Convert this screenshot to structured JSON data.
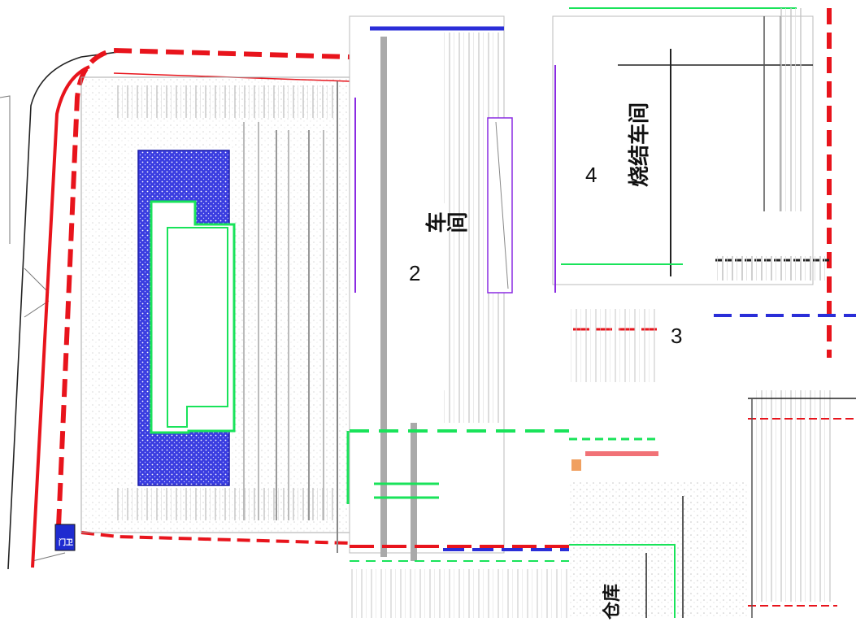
{
  "labels": {
    "zone_2": "2",
    "zone_3": "3",
    "zone_4": "4",
    "workshop_left": "车间",
    "workshop_right": "烧结车间",
    "warehouse": "仓库",
    "gate": "门卫"
  },
  "colors": {
    "boundary": "#e8141c",
    "hatch": "#2a2ed8",
    "green": "#19e35a",
    "purple": "#8a2be2",
    "line": "#222222",
    "gray": "#9a9a9a"
  }
}
